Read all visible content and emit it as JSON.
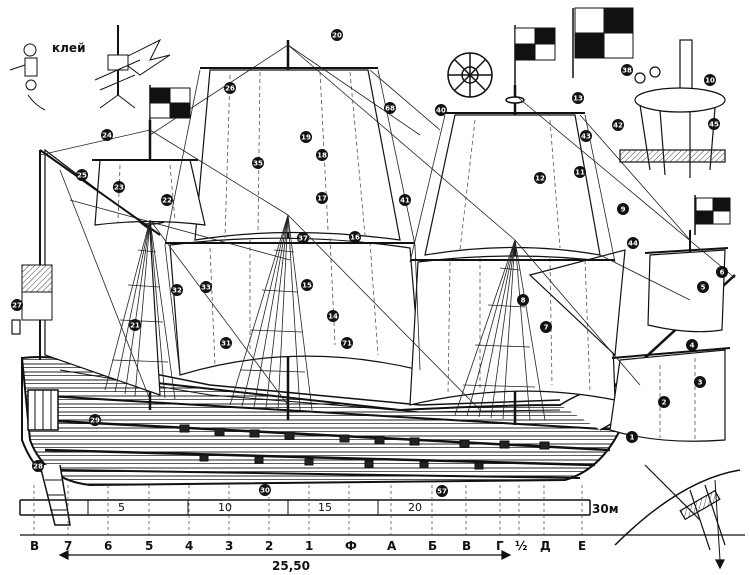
{
  "labels": {
    "glue": "клей",
    "length": "25,50",
    "unit": "30м"
  },
  "scale_ticks": [
    "5",
    "10",
    "15",
    "20"
  ],
  "stations": [
    "В",
    "7",
    "6",
    "5",
    "4",
    "3",
    "2",
    "1",
    "Ф",
    "А",
    "Б",
    "В",
    "Г",
    "½",
    "Д",
    "Е"
  ],
  "callouts": [
    "1",
    "2",
    "3",
    "4",
    "5",
    "6",
    "7",
    "8",
    "9",
    "10",
    "11",
    "12",
    "13",
    "14",
    "15",
    "16",
    "17",
    "18",
    "19",
    "20",
    "21",
    "22",
    "23",
    "24",
    "25",
    "26",
    "27",
    "28",
    "29",
    "30",
    "31",
    "32",
    "33",
    "35",
    "37",
    "38",
    "40",
    "41",
    "42",
    "43",
    "44",
    "45",
    "57",
    "68",
    "71"
  ],
  "colors": {
    "ink": "#111111",
    "paper": "#ffffff"
  }
}
